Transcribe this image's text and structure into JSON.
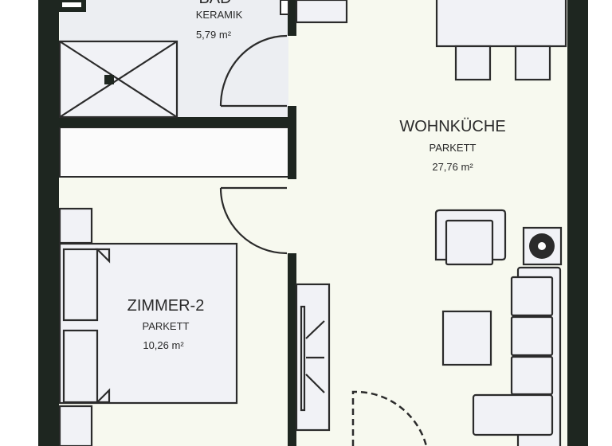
{
  "rooms": [
    {
      "name": "BAD",
      "floor": "KERAMIK",
      "area": "5,79 m²"
    },
    {
      "name": "WOHNKÜCHE",
      "floor": "PARKETT",
      "area": "27,76 m²"
    },
    {
      "name": "ZIMMER-2",
      "floor": "PARKETT",
      "area": "10,26 m²"
    }
  ],
  "colors": {
    "wall": "#1e2620",
    "floor_living": "#f7f9ef",
    "floor_bath": "#eceef2",
    "furniture": "#f1f2f6"
  }
}
